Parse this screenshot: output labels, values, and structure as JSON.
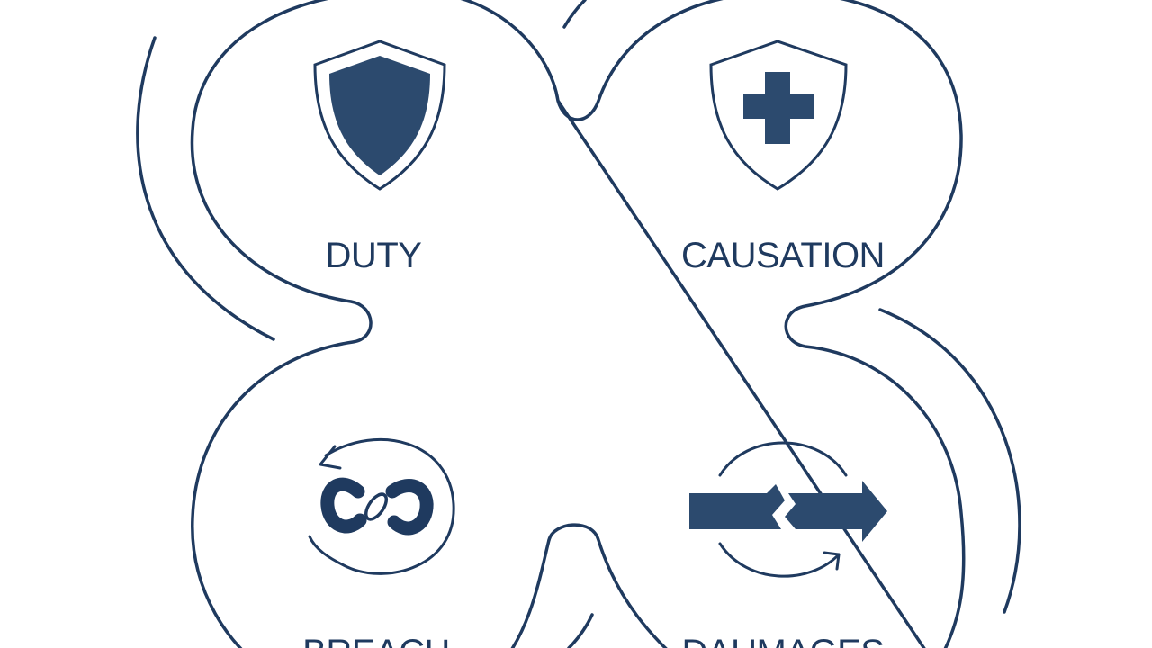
{
  "colors": {
    "ink": "#1f3a5f",
    "fill": "#2c4a6e",
    "background": "#ffffff"
  },
  "quadrants": [
    {
      "id": "duty",
      "label": "DUTY",
      "icon": "shield-icon"
    },
    {
      "id": "causation",
      "label": "CAUSATION",
      "icon": "medical-cross-shield-icon"
    },
    {
      "id": "breach",
      "label": "BREACH",
      "icon": "broken-chain-link-icon"
    },
    {
      "id": "damages",
      "label": "DAUMAGES",
      "icon": "broken-arrow-icon"
    }
  ]
}
